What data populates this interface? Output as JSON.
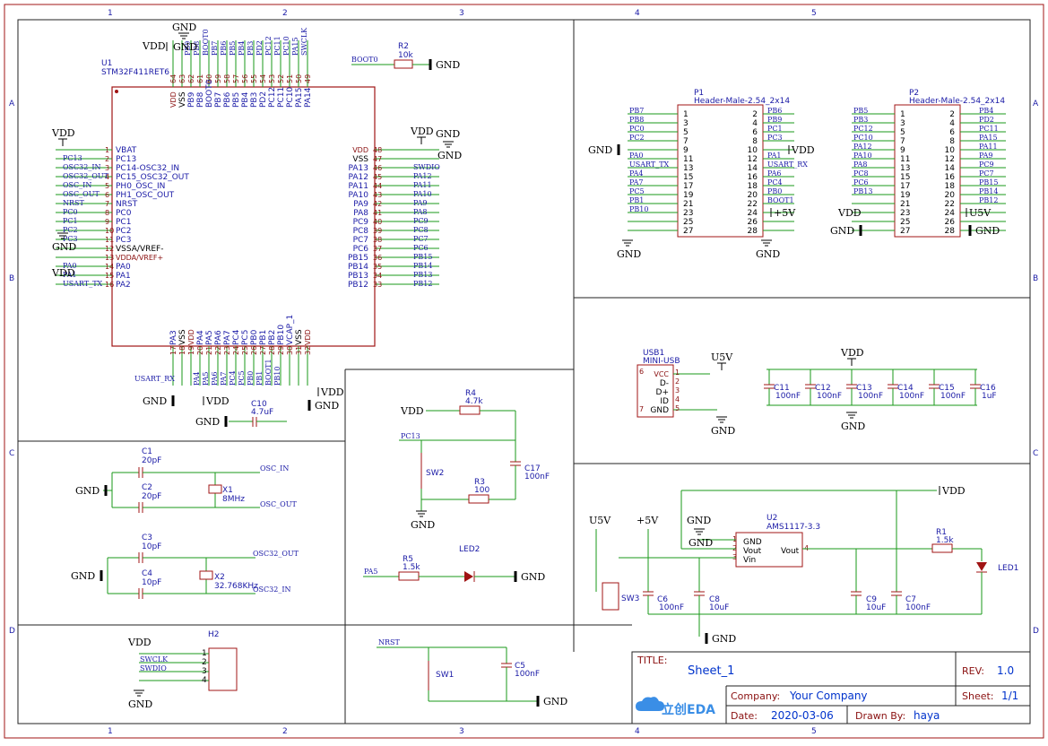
{
  "sheet": {
    "columns": [
      "1",
      "2",
      "3",
      "4",
      "5"
    ],
    "rows": [
      "A",
      "B",
      "C",
      "D"
    ]
  },
  "title_block": {
    "title_label": "TITLE:",
    "title_value": "Sheet_1",
    "rev_label": "REV:",
    "rev_value": "1.0",
    "company_label": "Company:",
    "company_value": "Your Company",
    "sheet_label": "Sheet:",
    "sheet_value": "1/1",
    "date_label": "Date:",
    "date_value": "2020-03-06",
    "drawn_label": "Drawn By:",
    "drawn_value": "haya",
    "logo_text": "立创EDA"
  },
  "u1": {
    "ref": "U1",
    "value": "STM32F411RET6",
    "top_pins": [
      {
        "num": "64",
        "name": "VDD",
        "net": ""
      },
      {
        "num": "63",
        "name": "VSS",
        "net": "GND"
      },
      {
        "num": "62",
        "name": "PB9",
        "net": "PB9"
      },
      {
        "num": "61",
        "name": "PB8",
        "net": "PB8"
      },
      {
        "num": "60",
        "name": "BOOT0",
        "net": "BOOT0"
      },
      {
        "num": "59",
        "name": "PB7",
        "net": "PB7"
      },
      {
        "num": "58",
        "name": "PB6",
        "net": "PB6"
      },
      {
        "num": "57",
        "name": "PB5",
        "net": "PB5"
      },
      {
        "num": "56",
        "name": "PB4",
        "net": "PB4"
      },
      {
        "num": "55",
        "name": "PB3",
        "net": "PB3"
      },
      {
        "num": "54",
        "name": "PD2",
        "net": "PD2"
      },
      {
        "num": "53",
        "name": "PC12",
        "net": "PC12"
      },
      {
        "num": "52",
        "name": "PC11",
        "net": "PC11"
      },
      {
        "num": "51",
        "name": "PC10",
        "net": "PC10"
      },
      {
        "num": "50",
        "name": "PA15",
        "net": "PA15"
      },
      {
        "num": "49",
        "name": "PA14",
        "net": "SWCLK"
      }
    ],
    "left_pins": [
      {
        "num": "1",
        "name": "VBAT",
        "net": ""
      },
      {
        "num": "2",
        "name": "PC13",
        "net": "PC13"
      },
      {
        "num": "3",
        "name": "PC14-OSC32_IN",
        "net": "OSC32_IN"
      },
      {
        "num": "4",
        "name": "PC15_OSC32_OUT",
        "net": "OSC32_OUT"
      },
      {
        "num": "5",
        "name": "PH0_OSC_IN",
        "net": "OSC_IN"
      },
      {
        "num": "6",
        "name": "PH1_OSC_OUT",
        "net": "OSC_OUT"
      },
      {
        "num": "7",
        "name": "NRST",
        "net": "NRST"
      },
      {
        "num": "8",
        "name": "PC0",
        "net": "PC0"
      },
      {
        "num": "9",
        "name": "PC1",
        "net": "PC1"
      },
      {
        "num": "10",
        "name": "PC2",
        "net": "PC2"
      },
      {
        "num": "11",
        "name": "PC3",
        "net": "PC3"
      },
      {
        "num": "12",
        "name": "VSSA/VREF-",
        "net": ""
      },
      {
        "num": "13",
        "name": "VDDA/VREF+",
        "net": ""
      },
      {
        "num": "14",
        "name": "PA0",
        "net": "PA0"
      },
      {
        "num": "15",
        "name": "PA1",
        "net": "PA1"
      },
      {
        "num": "16",
        "name": "PA2",
        "net": "USART_TX"
      }
    ],
    "right_pins": [
      {
        "num": "48",
        "name": "VDD",
        "net": ""
      },
      {
        "num": "47",
        "name": "VSS",
        "net": ""
      },
      {
        "num": "46",
        "name": "PA13",
        "net": "SWDIO"
      },
      {
        "num": "45",
        "name": "PA12",
        "net": "PA12"
      },
      {
        "num": "44",
        "name": "PA11",
        "net": "PA11"
      },
      {
        "num": "43",
        "name": "PA10",
        "net": "PA10"
      },
      {
        "num": "42",
        "name": "PA9",
        "net": "PA9"
      },
      {
        "num": "41",
        "name": "PA8",
        "net": "PA8"
      },
      {
        "num": "40",
        "name": "PC9",
        "net": "PC9"
      },
      {
        "num": "39",
        "name": "PC8",
        "net": "PC8"
      },
      {
        "num": "38",
        "name": "PC7",
        "net": "PC7"
      },
      {
        "num": "37",
        "name": "PC6",
        "net": "PC6"
      },
      {
        "num": "36",
        "name": "PB15",
        "net": "PB15"
      },
      {
        "num": "35",
        "name": "PB14",
        "net": "PB14"
      },
      {
        "num": "34",
        "name": "PB13",
        "net": "PB13"
      },
      {
        "num": "33",
        "name": "PB12",
        "net": "PB12"
      }
    ],
    "bottom_pins": [
      {
        "num": "17",
        "name": "PA3",
        "net": "USART_RX"
      },
      {
        "num": "18",
        "name": "VSS",
        "net": ""
      },
      {
        "num": "19",
        "name": "VDD",
        "net": ""
      },
      {
        "num": "20",
        "name": "PA4",
        "net": "PA4"
      },
      {
        "num": "21",
        "name": "PA5",
        "net": "PA5"
      },
      {
        "num": "22",
        "name": "PA6",
        "net": "PA6"
      },
      {
        "num": "23",
        "name": "PA7",
        "net": "PA7"
      },
      {
        "num": "24",
        "name": "PC4",
        "net": "PC4"
      },
      {
        "num": "25",
        "name": "PC5",
        "net": "PC5"
      },
      {
        "num": "26",
        "name": "PB0",
        "net": "PB0"
      },
      {
        "num": "27",
        "name": "PB1",
        "net": "PB1"
      },
      {
        "num": "28",
        "name": "PB2",
        "net": "BOOT1"
      },
      {
        "num": "29",
        "name": "PB10",
        "net": "PB10"
      },
      {
        "num": "30",
        "name": "VCAP_1",
        "net": ""
      },
      {
        "num": "31",
        "name": "VSS",
        "net": ""
      },
      {
        "num": "32",
        "name": "VDD",
        "net": ""
      }
    ]
  },
  "power": {
    "vdd": "VDD",
    "gnd": "GND",
    "p5v": "+5V",
    "u5v": "U5V"
  },
  "r2": {
    "ref": "R2",
    "value": "10k",
    "net": "BOOT0"
  },
  "c10": {
    "ref": "C10",
    "value": "4.7uF"
  },
  "p1": {
    "ref": "P1",
    "value": "Header-Male-2.54_2x14",
    "left_nets": [
      "PB7",
      "PB8",
      "PC0",
      "PC2",
      "",
      "PA0",
      "USART_TX",
      "PA4",
      "PA7",
      "PC5",
      "PB1",
      "PB10",
      "",
      ""
    ],
    "right_nets": [
      "PB6",
      "PB9",
      "PC1",
      "PC3",
      "",
      "PA1",
      "USART_RX",
      "PA6",
      "PC4",
      "PB0",
      "BOOT1",
      "",
      "",
      ""
    ],
    "odd_nums": [
      "1",
      "3",
      "5",
      "7",
      "9",
      "11",
      "13",
      "15",
      "17",
      "19",
      "21",
      "23",
      "25",
      "27"
    ],
    "even_nums": [
      "2",
      "4",
      "6",
      "8",
      "10",
      "12",
      "14",
      "16",
      "18",
      "20",
      "22",
      "24",
      "26",
      "28"
    ]
  },
  "p2": {
    "ref": "P2",
    "value": "Header-Male-2.54_2x14",
    "left_nets": [
      "PB5",
      "PB3",
      "PC12",
      "PC10",
      "PA12",
      "PA10",
      "PA8",
      "PC8",
      "PC6",
      "PB13",
      "",
      "",
      "",
      ""
    ],
    "right_nets": [
      "PB4",
      "PD2",
      "PC11",
      "PA15",
      "PA11",
      "PA9",
      "PC9",
      "PC7",
      "PB15",
      "PB14",
      "PB12",
      "",
      "",
      ""
    ],
    "odd_nums": [
      "1",
      "3",
      "5",
      "7",
      "9",
      "11",
      "13",
      "15",
      "17",
      "19",
      "21",
      "23",
      "25",
      "27"
    ],
    "even_nums": [
      "2",
      "4",
      "6",
      "8",
      "10",
      "12",
      "14",
      "16",
      "18",
      "20",
      "22",
      "24",
      "26",
      "28"
    ]
  },
  "osc": {
    "c1": {
      "ref": "C1",
      "value": "20pF"
    },
    "c2": {
      "ref": "C2",
      "value": "20pF"
    },
    "x1": {
      "ref": "X1",
      "value": "8MHz"
    },
    "c3": {
      "ref": "C3",
      "value": "10pF"
    },
    "c4": {
      "ref": "C4",
      "value": "10pF"
    },
    "x2": {
      "ref": "X2",
      "value": "32.768KHz"
    },
    "nets": {
      "osc_in": "OSC_IN",
      "osc_out": "OSC_OUT",
      "osc32_out": "OSC32_OUT",
      "osc32_in": "OSC32_IN"
    }
  },
  "h2": {
    "ref": "H2",
    "nets": [
      "VDD",
      "SWCLK",
      "SWDIO",
      "GND"
    ],
    "pins": [
      "1",
      "2",
      "3",
      "4"
    ]
  },
  "key": {
    "r4": {
      "ref": "R4",
      "value": "4.7k"
    },
    "r3": {
      "ref": "R3",
      "value": "100"
    },
    "c17": {
      "ref": "C17",
      "value": "100nF"
    },
    "sw2": "SW2",
    "net": "PC13"
  },
  "led2": {
    "ref": "LED2",
    "r5": {
      "ref": "R5",
      "value": "1.5k"
    },
    "net": "PA5"
  },
  "reset": {
    "sw1": "SW1",
    "c5": {
      "ref": "C5",
      "value": "100nF"
    },
    "net": "NRST"
  },
  "usb": {
    "ref": "USB1",
    "value": "MINI-USB",
    "pins": [
      "VCC",
      "D-",
      "D+",
      "ID",
      "GND"
    ],
    "nums": [
      "1",
      "2",
      "3",
      "4",
      "5"
    ],
    "extra": [
      "6",
      "7"
    ]
  },
  "decoupling": [
    {
      "ref": "C11",
      "value": "100nF"
    },
    {
      "ref": "C12",
      "value": "100nF"
    },
    {
      "ref": "C13",
      "value": "100nF"
    },
    {
      "ref": "C14",
      "value": "100nF"
    },
    {
      "ref": "C15",
      "value": "100nF"
    },
    {
      "ref": "C16",
      "value": "1uF"
    }
  ],
  "ldo": {
    "u2": {
      "ref": "U2",
      "value": "AMS1117-3.3",
      "pins": [
        "GND",
        "Vout",
        "Vin",
        "Vout"
      ],
      "nums": [
        "1",
        "2",
        "3",
        "4"
      ]
    },
    "c6": {
      "ref": "C6",
      "value": "100nF"
    },
    "c8": {
      "ref": "C8",
      "value": "10uF"
    },
    "c9": {
      "ref": "C9",
      "value": "10uF"
    },
    "c7": {
      "ref": "C7",
      "value": "100nF"
    },
    "r1": {
      "ref": "R1",
      "value": "1.5k"
    },
    "led1": "LED1",
    "sw3": "SW3"
  }
}
